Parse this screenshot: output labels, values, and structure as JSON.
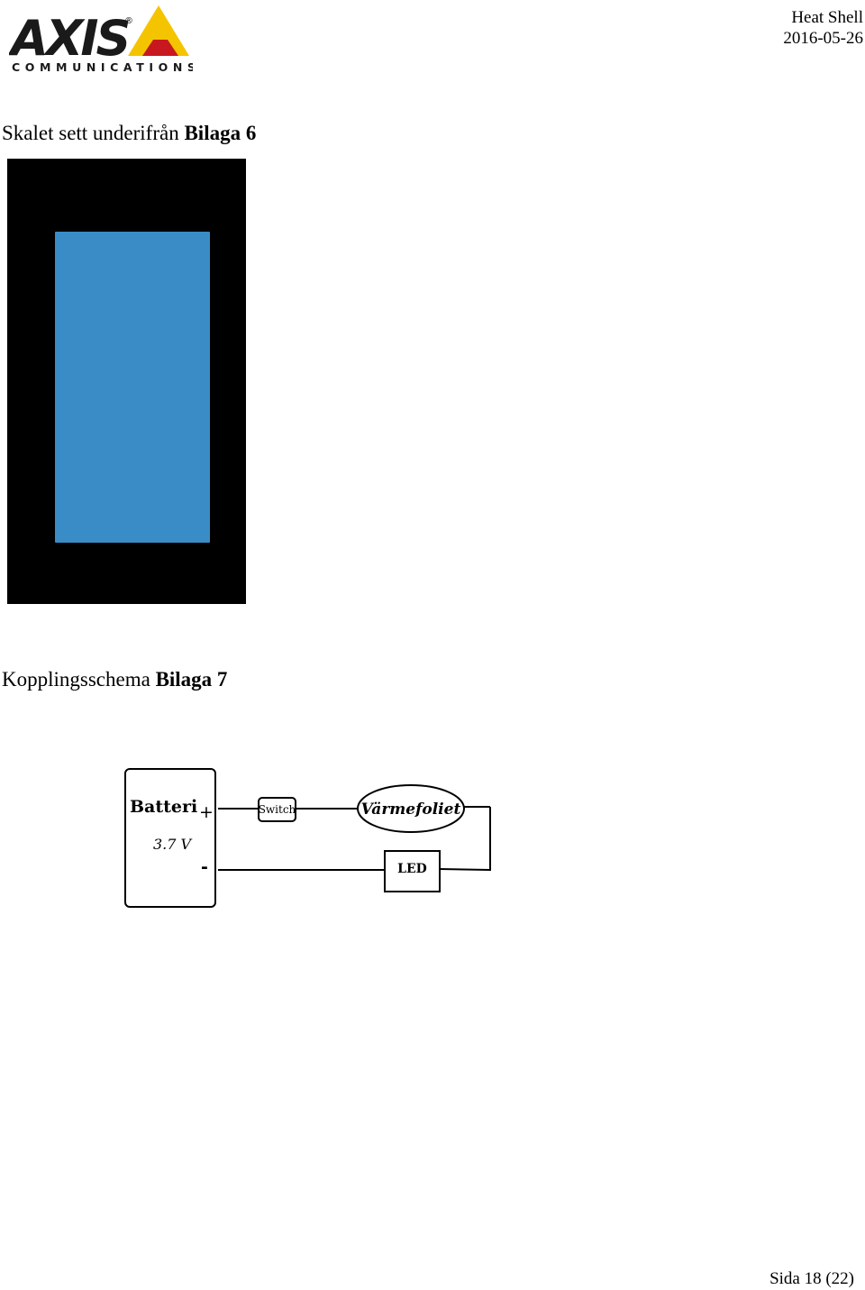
{
  "header": {
    "logo": {
      "brand": "AXIS",
      "tagline": "COMMUNICATIONS",
      "registered_mark": "®",
      "accent_color": "#f5c400",
      "accent_dark": "#c8181f"
    },
    "doc_title": "Heat Shell",
    "date": "2016-05-26"
  },
  "sections": [
    {
      "title_plain": "Skalet sett underifrån ",
      "title_bold": "Bilaga 6",
      "figure": {
        "background": "#000000",
        "panel_color": "#3a8cc6"
      }
    },
    {
      "title_plain": "Kopplingsschema ",
      "title_bold": "Bilaga 7"
    }
  ],
  "schematic": {
    "battery_label": "Batteri",
    "battery_voltage": "3.7 V",
    "plus": "+",
    "minus": "-",
    "switch_label": "Switch",
    "foil_label": "Värmefoliet",
    "led_label": "LED"
  },
  "footer": {
    "page": "Sida 18 (22)"
  }
}
